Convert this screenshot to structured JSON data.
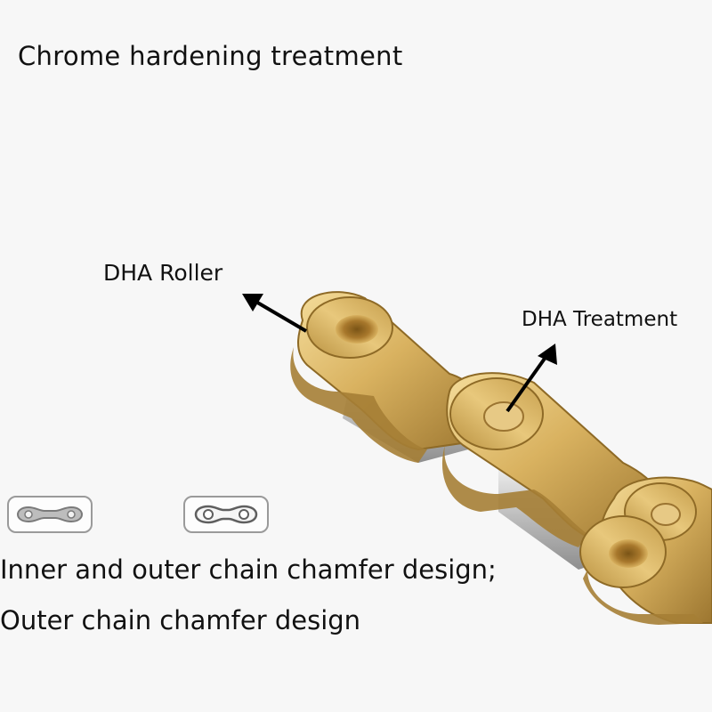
{
  "header": {
    "title": "Chrome hardening treatment"
  },
  "labels": {
    "roller": "DHA Roller",
    "treatment": "DHA Treatment"
  },
  "captions": {
    "line1": "Inner and outer chain chamfer design;",
    "line2": "Outer chain chamfer design"
  },
  "colors": {
    "background": "#f7f7f7",
    "gold": "#d9b260",
    "silver": "#d8d8d8",
    "text": "#111111"
  },
  "icons": {
    "chamfer_a": "inner-outer-chamfer-link-icon",
    "chamfer_b": "outer-chamfer-link-icon",
    "arrows": "arrow-icon"
  }
}
